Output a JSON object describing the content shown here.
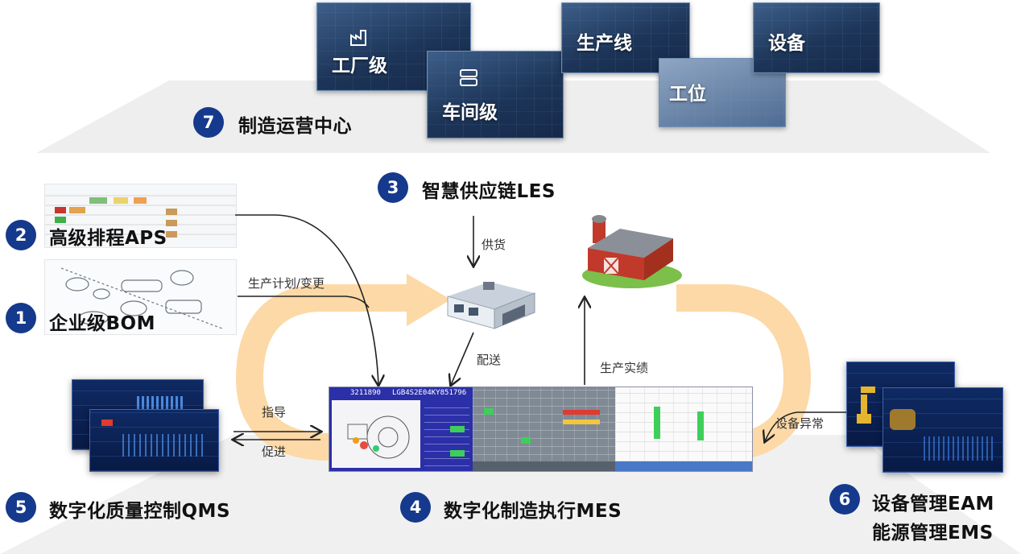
{
  "operations_center": {
    "badge": "7",
    "title": "制造运营中心",
    "screens": [
      "工厂级",
      "车间级",
      "生产线",
      "工位",
      "设备"
    ]
  },
  "modules": {
    "bom": {
      "badge": "1",
      "title": "企业级BOM"
    },
    "aps": {
      "badge": "2",
      "title": "高级排程APS"
    },
    "les": {
      "badge": "3",
      "title": "智慧供应链LES"
    },
    "mes": {
      "badge": "4",
      "title": "数字化制造执行MES",
      "header_id": "3211890",
      "header_code": "LGB4S2E04KY851796"
    },
    "qms": {
      "badge": "5",
      "title": "数字化质量控制QMS"
    },
    "eam_ems": {
      "badge": "6",
      "title_line1": "设备管理EAM",
      "title_line2": "能源管理EMS"
    }
  },
  "flows": {
    "plan": "生产计划/变更",
    "supply": "供货",
    "delivery": "配送",
    "results": "生产实绩",
    "guide": "指导",
    "promote": "促进",
    "equip_alarm": "设备异常"
  },
  "colors": {
    "badge": "#15398c",
    "loop_arrow": "#fcd9a6",
    "platform": "#eeeeee",
    "mes_header": "#2b2fa8"
  }
}
